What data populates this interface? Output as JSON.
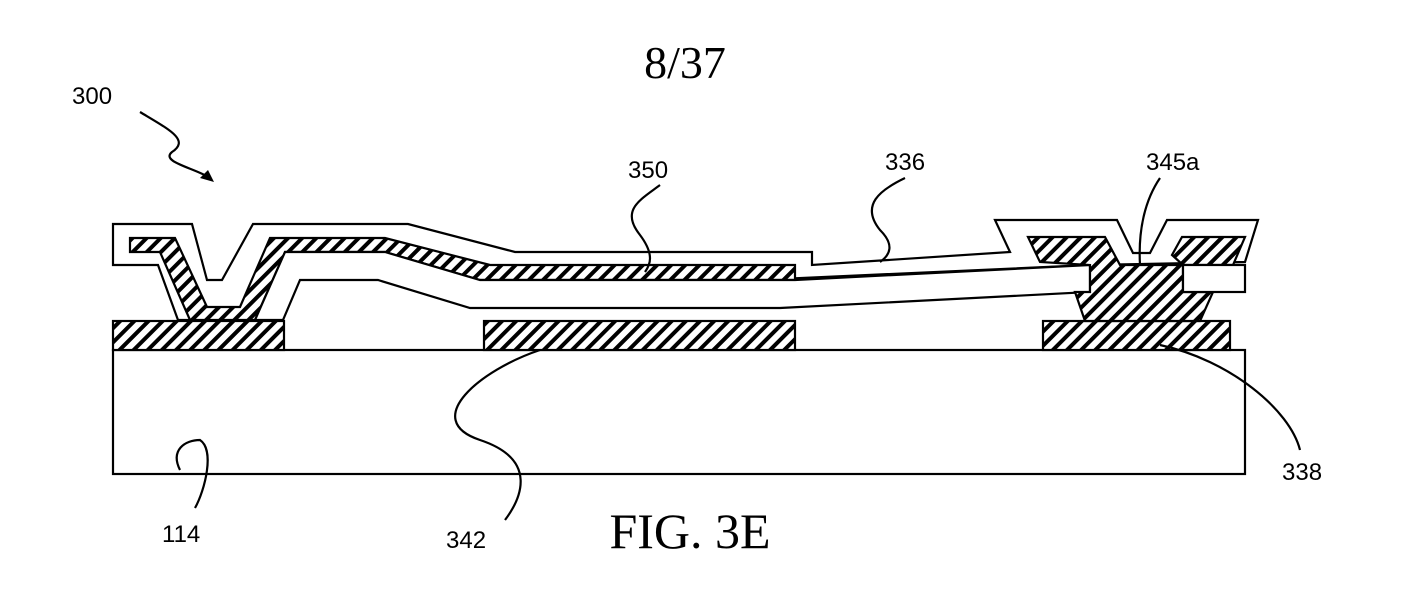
{
  "page_number": "8/37",
  "figure_caption": "FIG. 3E",
  "labels": {
    "device": "300",
    "top_electrode": "350",
    "membrane": "336",
    "via": "345a",
    "contact_pad": "338",
    "bottom_electrode": "342",
    "substrate": "114"
  }
}
